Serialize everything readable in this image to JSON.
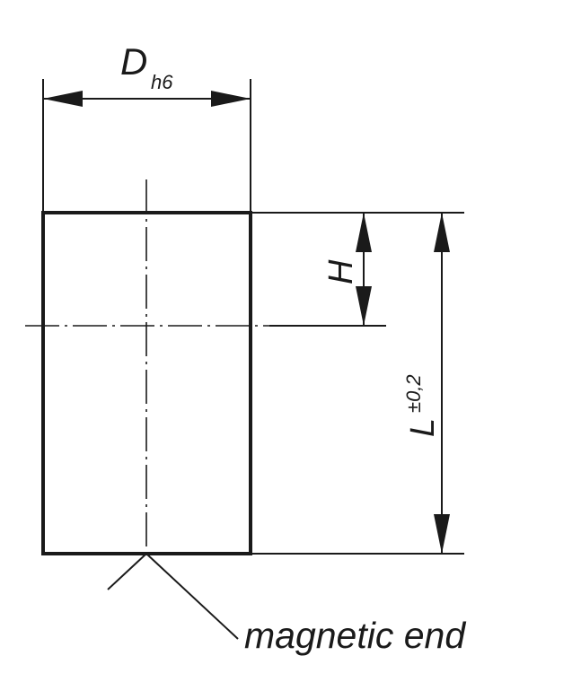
{
  "dimensions": {
    "diameter": {
      "symbol": "D",
      "subscript": "h6"
    },
    "height_marker": {
      "symbol": "H"
    },
    "length": {
      "symbol": "L",
      "tolerance": "±0,2"
    }
  },
  "annotation": {
    "magnetic_end": "magnetic end"
  },
  "colors": {
    "line": "#1a1a1a",
    "background": "#ffffff"
  }
}
